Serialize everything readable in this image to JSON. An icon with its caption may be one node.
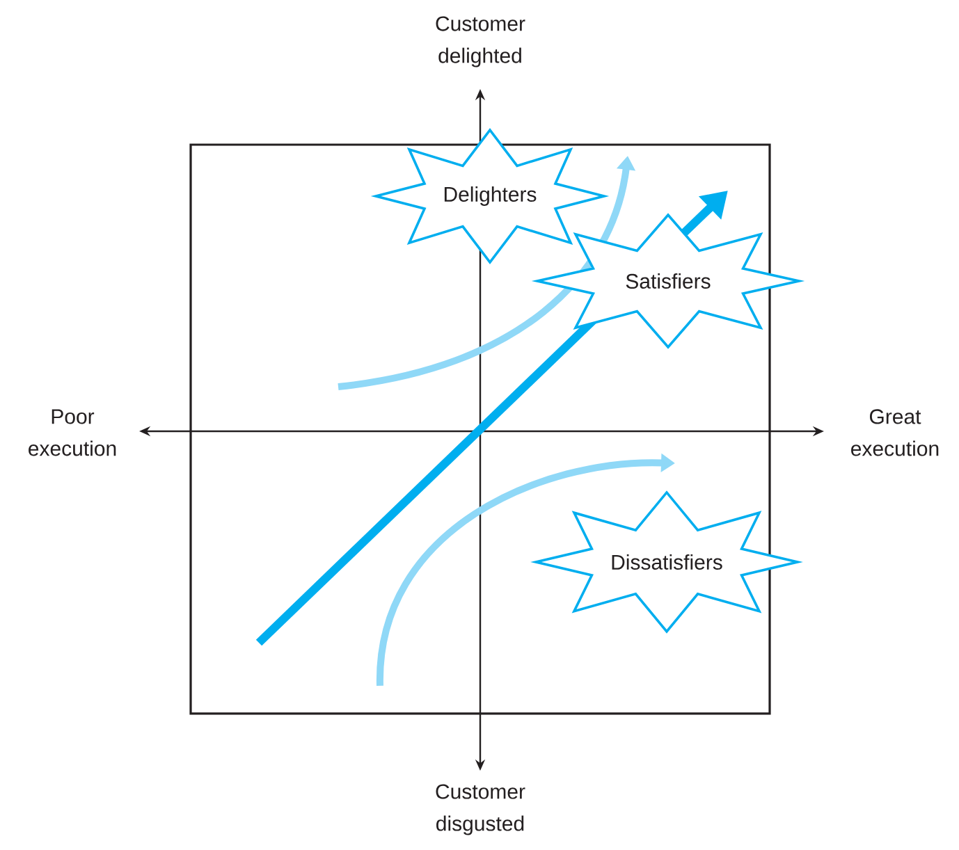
{
  "diagram": {
    "nodes": [
      {
        "text": [
          "Delighters"
        ]
      },
      {
        "text": [
          "Satisfiers"
        ]
      },
      {
        "text": [
          "Dissatisfiers"
        ]
      }
    ],
    "labels": [
      "Customer delighted",
      "Poor execution",
      "Great execution",
      "Customer disgusted"
    ]
  }
}
